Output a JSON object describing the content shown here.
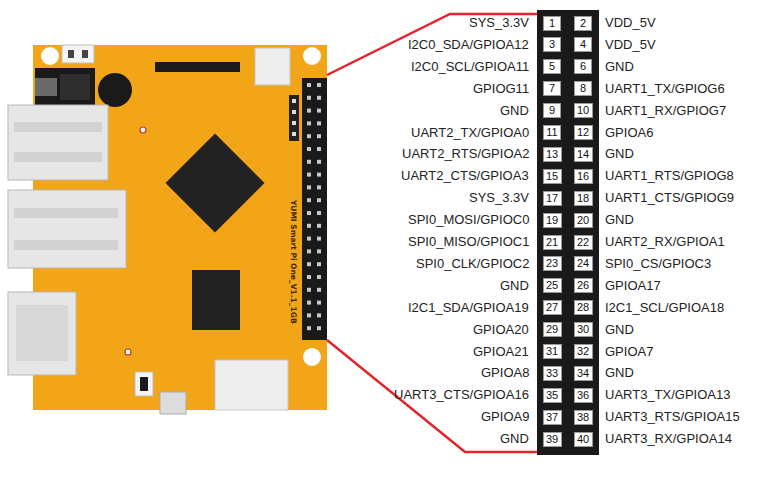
{
  "diagram": {
    "nodes": [
      {
        "text": [
          "1"
        ]
      },
      {
        "text": [
          "2"
        ]
      },
      {
        "text": [
          "3"
        ]
      },
      {
        "text": [
          "4"
        ]
      },
      {
        "text": [
          "5"
        ]
      },
      {
        "text": [
          "6"
        ]
      },
      {
        "text": [
          "7"
        ]
      },
      {
        "text": [
          "8"
        ]
      },
      {
        "text": [
          "9"
        ]
      },
      {
        "text": [
          "10"
        ]
      },
      {
        "text": [
          "11"
        ]
      },
      {
        "text": [
          "12"
        ]
      },
      {
        "text": [
          "13"
        ]
      },
      {
        "text": [
          "14"
        ]
      },
      {
        "text": [
          "15"
        ]
      },
      {
        "text": [
          "16"
        ]
      },
      {
        "text": [
          "17"
        ]
      },
      {
        "text": [
          "18"
        ]
      },
      {
        "text": [
          "19"
        ]
      },
      {
        "text": [
          "20"
        ]
      },
      {
        "text": [
          "21"
        ]
      },
      {
        "text": [
          "22"
        ]
      },
      {
        "text": [
          "23"
        ]
      },
      {
        "text": [
          "24"
        ]
      },
      {
        "text": [
          "25"
        ]
      },
      {
        "text": [
          "26"
        ]
      },
      {
        "text": [
          "27"
        ]
      },
      {
        "text": [
          "28"
        ]
      },
      {
        "text": [
          "29"
        ]
      },
      {
        "text": [
          "30"
        ]
      },
      {
        "text": [
          "31"
        ]
      },
      {
        "text": [
          "32"
        ]
      },
      {
        "text": [
          "33"
        ]
      },
      {
        "text": [
          "34"
        ]
      },
      {
        "text": [
          "35"
        ]
      },
      {
        "text": [
          "36"
        ]
      },
      {
        "text": [
          "37"
        ]
      },
      {
        "text": [
          "38"
        ]
      },
      {
        "text": [
          "39"
        ]
      },
      {
        "text": [
          "40"
        ]
      }
    ],
    "labels": [
      "YUMI Smart Pi One_V1.1_1GB",
      "SYS_3.3V",
      "VDD_5V",
      "I2C0_SDA/GPIOA12",
      "VDD_5V",
      "I2C0_SCL/GPIOA11",
      "GND",
      "GPIOG11",
      "UART1_TX/GPIOG6",
      "GND",
      "UART1_RX/GPIOG7",
      "UART2_TX/GPIOA0",
      "GPIOA6",
      "UART2_RTS/GPIOA2",
      "GND",
      "UART2_CTS/GPIOA3",
      "UART1_RTS/GPIOG8",
      "SYS_3.3V",
      "UART1_CTS/GPIOG9",
      "SPI0_MOSI/GPIOC0",
      "GND",
      "SPI0_MISO/GPIOC1",
      "UART2_RX/GPIOA1",
      "SPI0_CLK/GPIOC2",
      "SPI0_CS/GPIOC3",
      "GND",
      "GPIOA17",
      "I2C1_SDA/GPIOA19",
      "I2C1_SCL/GPIOA18",
      "GPIOA20",
      "GND",
      "GPIOA21",
      "GPIOA7",
      "GPIOA8",
      "GND",
      "UART3_CTS/GPIOA16",
      "UART3_TX/GPIOA13",
      "GPIOA9",
      "UART3_RTS/GPIOA15",
      "GND",
      "UART3_RX/GPIOA14"
    ]
  }
}
